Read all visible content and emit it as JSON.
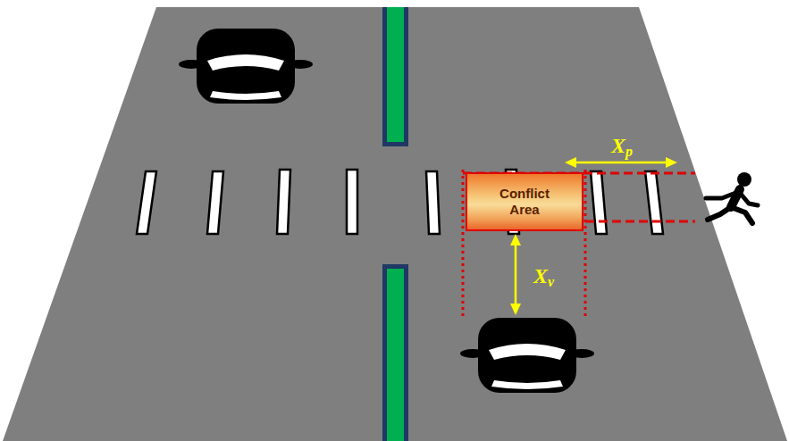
{
  "diagram": {
    "nodes": [
      {
        "text": [
          "Conflict Area"
        ]
      }
    ],
    "labels": [
      "Xp",
      "Xv"
    ]
  }
}
